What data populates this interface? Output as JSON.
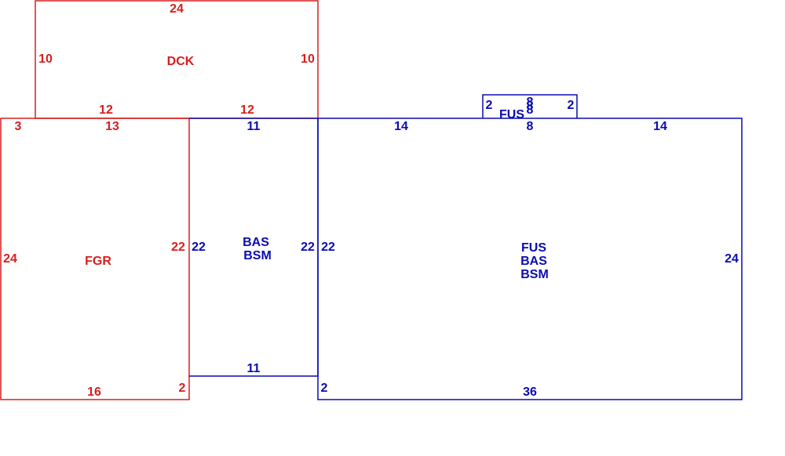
{
  "colors": {
    "garage_deck": "#d81e1e",
    "living": "#0a0ab4"
  },
  "dck": {
    "label": "DCK",
    "top": "24",
    "left": "10",
    "right": "10",
    "bottom_left": "12",
    "bottom_right": "12"
  },
  "fgr": {
    "label": "FGR",
    "top_left": "3",
    "top": "13",
    "left": "24",
    "right": "22",
    "bottom": "16",
    "bottom_right": "2"
  },
  "bas_wing": {
    "label_1": "BAS",
    "label_2": "BSM",
    "top": "11",
    "left": "22",
    "right": "22",
    "bottom": "11"
  },
  "main": {
    "label_1": "FUS",
    "label_2": "BAS",
    "label_3": "BSM",
    "top_left": "14",
    "top_mid": "8",
    "top_right": "14",
    "left": "22",
    "right": "24",
    "bottom": "36",
    "bottom_left": "2"
  },
  "bump": {
    "label": "FUS",
    "left": "2",
    "right": "2",
    "top": "8",
    "inner_1": "8",
    "inner_2": "8"
  }
}
